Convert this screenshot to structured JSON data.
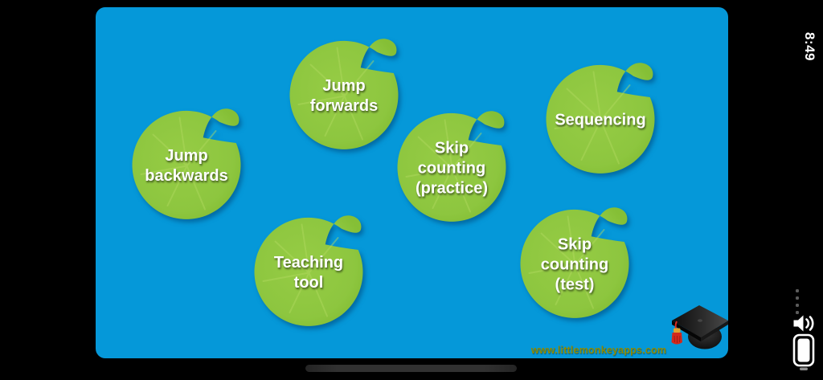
{
  "status_bar": {
    "clock": "8:49",
    "icons": [
      "signal-dots-icon",
      "speaker-icon",
      "battery-icon"
    ]
  },
  "colors": {
    "bezel_black": "#000000",
    "water_blue": "#0598D9",
    "pad_green": "#8DC63F",
    "pad_text": "#FFFFFF",
    "tassel_red": "#D3291C",
    "url_olive": "#8F8B00"
  },
  "stage": {
    "pads": [
      {
        "id": "jump-forwards",
        "label": "Jump\nforwards"
      },
      {
        "id": "jump-backwards",
        "label": "Jump\nbackwards"
      },
      {
        "id": "skip-counting-practice",
        "label": "Skip\ncounting\n(practice)"
      },
      {
        "id": "sequencing",
        "label": "Sequencing"
      },
      {
        "id": "teaching-tool",
        "label": "Teaching\ntool"
      },
      {
        "id": "skip-counting-test",
        "label": "Skip\ncounting\n(test)"
      }
    ],
    "website_url": "www.littlemonkeyapps.com"
  }
}
